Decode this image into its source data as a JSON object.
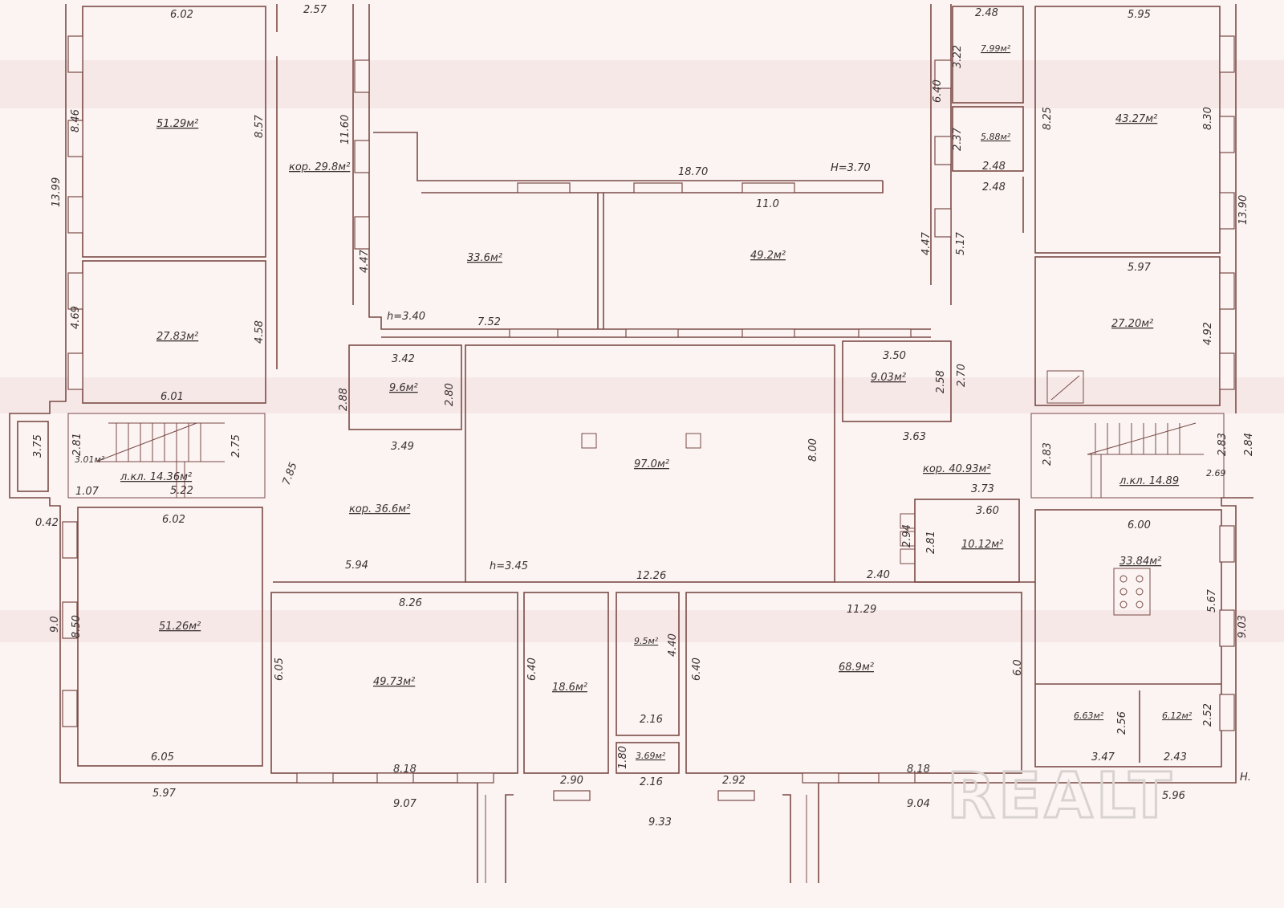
{
  "plan": {
    "line_color": "#7a4a45",
    "paper_color": "#fbf4f3",
    "watermark": "REALT",
    "labels": [
      "6.02",
      "2.57",
      "8.46",
      "51.29м²",
      "8.57",
      "13.99",
      "кор. 29.8м²",
      "11.60",
      "4.47",
      "18.70",
      "Н=3.70",
      "11.0",
      "33.6м²",
      "49.2м²",
      "4.69",
      "27.83м²",
      "4.58",
      "h=3.40",
      "7.52",
      "6.01",
      "3.42",
      "2.88",
      "9.6м²",
      "2.80",
      "3.49",
      "3.75",
      "2.81",
      "3.01м²",
      "2.75",
      "7.85",
      "л.кл. 14.36м²",
      "1.07",
      "5.22",
      "0.42",
      "6.02",
      "кор. 36.6м²",
      "97.0м²",
      "8.00",
      "5.94",
      "h=3.45",
      "12.26",
      "8.26",
      "9.0",
      "8.50",
      "51.26м²",
      "6.05",
      "49.73м²",
      "6.40",
      "18.6м²",
      "9.5м²",
      "4.40",
      "6.40",
      "68.9м²",
      "2.16",
      "1.80",
      "3.69м²",
      "2.16",
      "6.05",
      "8.18",
      "2.90",
      "2.92",
      "8.18",
      "5.97",
      "9.07",
      "9.33",
      "9.04",
      "2.48",
      "3.22",
      "7.99м²",
      "6.40",
      "2.37",
      "5.88м²",
      "2.48",
      "2.48",
      "4.47",
      "5.17",
      "5.95",
      "8.25",
      "43.27м²",
      "8.30",
      "13.90",
      "5.97",
      "27.20м²",
      "4.92",
      "3.50",
      "9.03м²",
      "2.58",
      "2.70",
      "3.63",
      "2.83",
      "2.83",
      "2.84",
      "2.69",
      "кор. 40.93м²",
      "3.73",
      "3.60",
      "л.кл. 14.89",
      "2.94",
      "2.81",
      "10.12м²",
      "6.00",
      "33.84м²",
      "2.40",
      "11.29",
      "5.67",
      "9.03",
      "6.0",
      "6.63м²",
      "2.56",
      "6.12м²",
      "2.52",
      "3.47",
      "2.43",
      "5.96",
      "Н."
    ]
  }
}
